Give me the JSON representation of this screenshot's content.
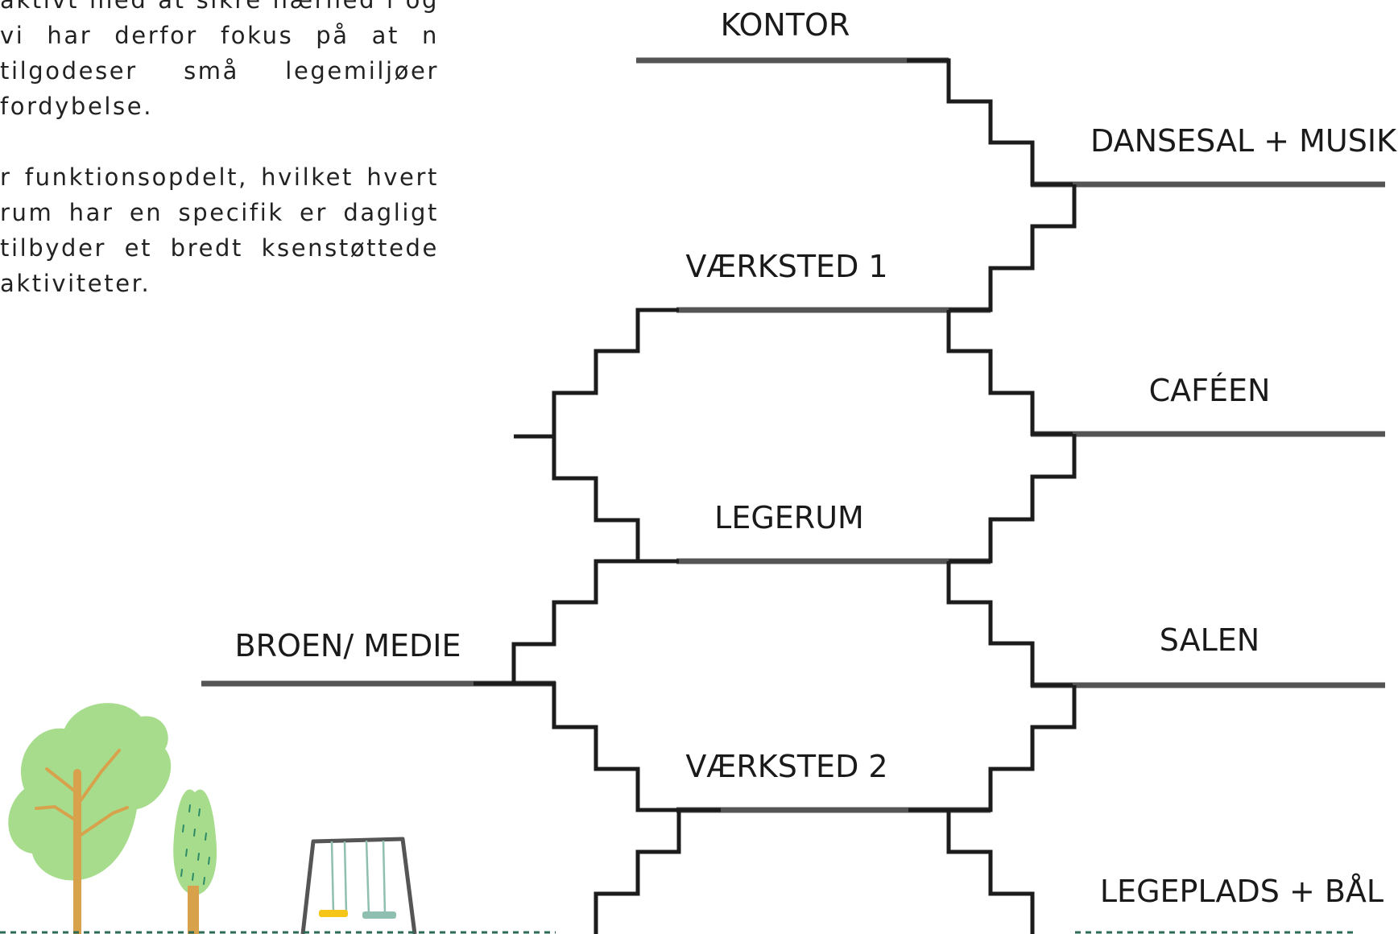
{
  "intro": {
    "paragraph1": "aktivt med at sikre nærhed i og vi har derfor fokus på at n tilgodeser små legemiljøer fordybelse.",
    "paragraph2": "r funktionsopdelt, hvilket hvert rum har en specifik er dagligt tilbyder et bredt ksenstøttede aktiviteter."
  },
  "rooms": {
    "kontor": "KONTOR",
    "dansesal": "DANSESAL + MUSIK",
    "vaerksted1": "VÆRKSTED 1",
    "cafeen": "CAFÉEN",
    "legerum": "LEGERUM",
    "broen": "BROEN/ MEDIE",
    "salen": "SALEN",
    "vaerksted2": "VÆRKSTED 2",
    "legeplads": "LEGEPLADS + BÅL"
  },
  "colors": {
    "floor": "#555555",
    "stair": "#1c1c1c",
    "tree_canopy": "#a6dc8c",
    "tree_trunk": "#d8a24c",
    "swing_seat_1": "#f5c518",
    "swing_seat_2": "#8fbfb0",
    "ground": "#2e6b55"
  }
}
